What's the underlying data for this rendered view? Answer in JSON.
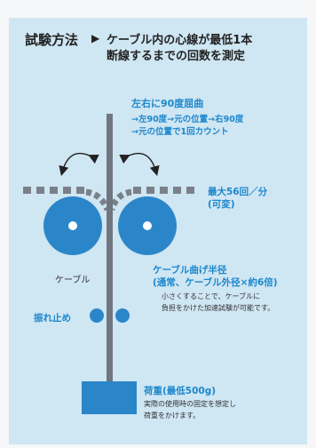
{
  "title": {
    "label": "試験方法",
    "arrow": "▶",
    "line1": "ケーブル内の心線が最低1本",
    "line2": "断線するまでの回数を測定"
  },
  "bend": {
    "heading": "左右に90度屈曲",
    "step1": "→左90度→元の位置→右90度",
    "step2": "→元の位置で1回カウント"
  },
  "speed": {
    "line1": "最大56回／分",
    "line2": "(可変)"
  },
  "cable": {
    "label": "ケーブル"
  },
  "radius": {
    "heading1": "ケーブル曲げ半径",
    "heading2": "(通常、ケーブル外径×約6倍)",
    "note1": "小さくすることで、ケーブルに",
    "note2": "負担をかけた加速試験が可能です。"
  },
  "stopper": {
    "label": "振れ止め"
  },
  "load": {
    "heading": "荷重(最低500g)",
    "note1": "実際の使用時の固定を想定し",
    "note2": "荷重をかけます。"
  },
  "colors": {
    "panel": "#cfe6f3",
    "accent_blue": "#1b87cc",
    "cable": "#6f7680",
    "dashes": "#7a8089"
  }
}
